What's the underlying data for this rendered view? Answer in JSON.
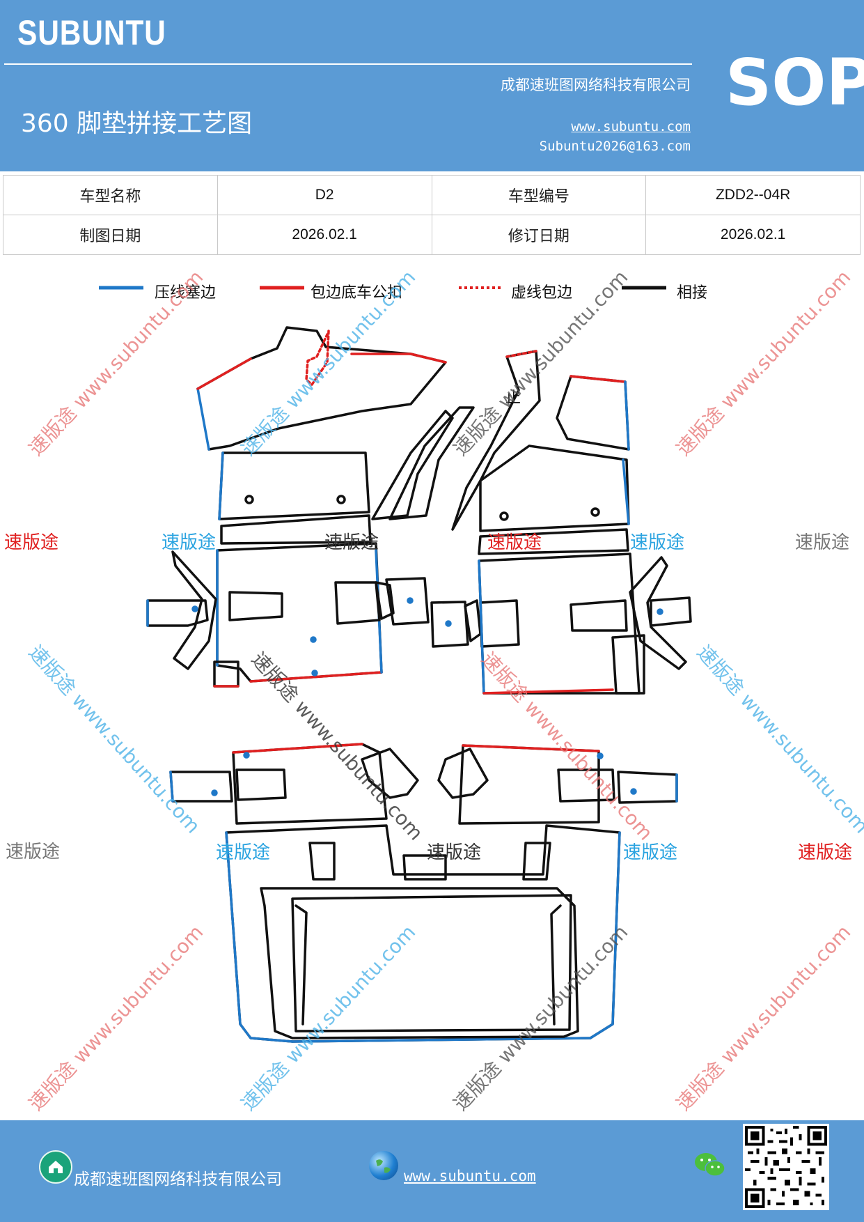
{
  "header": {
    "brand": "SUBUNTU",
    "title": "360 脚垫拼接工艺图",
    "company": "成都速班图网络科技有限公司",
    "website": "www.subuntu.com",
    "email": "Subuntu2026@163.com",
    "badge": "SOP"
  },
  "info_table": {
    "model_name_label": "车型名称",
    "model_name_value": "D2",
    "model_code_label": "车型编号",
    "model_code_value": "ZDD2--04R",
    "draw_date_label": "制图日期",
    "draw_date_value": "2026.02.1",
    "revise_date_label": "修订日期",
    "revise_date_value": "2026.02.1"
  },
  "legend": [
    {
      "label": "压线塞边",
      "color": "#1f78c8",
      "style": "solid"
    },
    {
      "label": "包边底车公扣",
      "color": "#e02020",
      "style": "solid"
    },
    {
      "label": "虚线包边",
      "color": "#e02020",
      "style": "dotted"
    },
    {
      "label": "相接",
      "color": "#111111",
      "style": "solid"
    }
  ],
  "diagram": {
    "marker_text": "止"
  },
  "watermarks": {
    "brand_cn": "速版途",
    "diagonal": "速版途 www.subuntu.com"
  },
  "colors": {
    "header_bg": "#5b9bd5",
    "blue_edge": "#1f78c8",
    "red_edge": "#e02020",
    "black_edge": "#111111"
  },
  "footer": {
    "company": "成都速班图网络科技有限公司",
    "website": "www.subuntu.com",
    "icons": [
      "home-icon",
      "globe-icon",
      "wechat-icon",
      "qr-code"
    ]
  }
}
